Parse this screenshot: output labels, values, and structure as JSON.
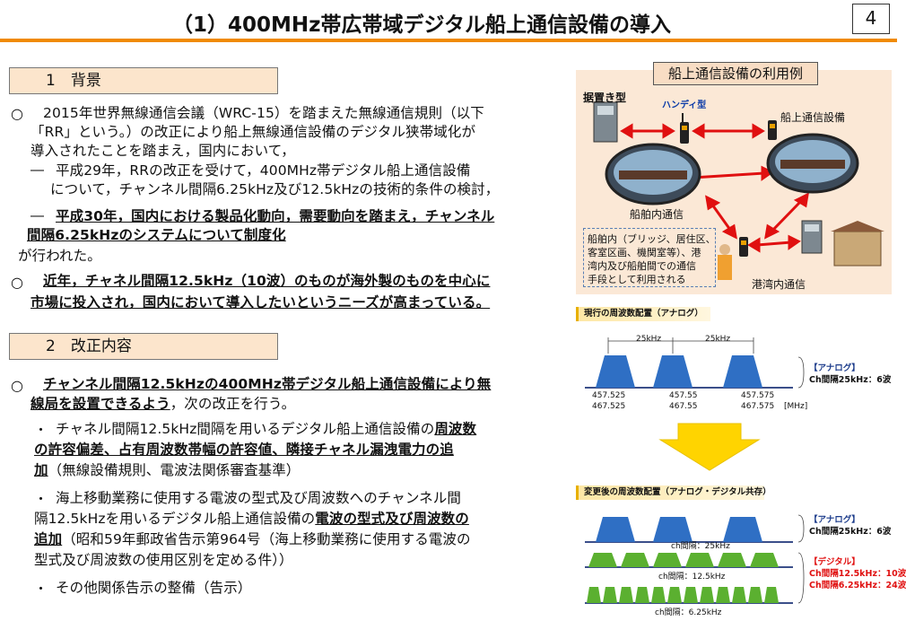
{
  "header": {
    "title": "（1）400MHz帯広帯域デジタル船上通信設備の導入",
    "page_number": "4"
  },
  "section1": {
    "heading": "1　背景",
    "p1": [
      "2015年世界無線通信会議（WRC-15）を踏まえた無線通信規則（以下",
      "「RR」という。）の改正により船上無線通信設備のデジタル狭帯域化が",
      "導入されたことを踏まえ，国内において，"
    ],
    "d1": [
      "平成29年，RRの改正を受けて，400MHz帯デジタル船上通信設備",
      "について，チャンネル間隔6.25kHz及び12.5kHzの技術的条件の検討，"
    ],
    "d2": [
      "平成30年，国内における製品化動向，需要動向を踏まえ，チャンネル",
      "間隔6.25kHzのシステムについて制度化"
    ],
    "d2_tail": "が行われた。",
    "p2": [
      "近年，チャネル間隔12.5kHz（10波）のものが海外製のものを中心に",
      "市場に投入され，国内において導入したいというニーズが高まっている。"
    ]
  },
  "section2": {
    "heading": "2　改正内容",
    "lead": [
      "チャンネル間隔12.5kHzの400MHz帯デジタル船上通信設備により無",
      "線局を設置できるよう"
    ],
    "lead_tail": "，次の改正を行う。",
    "b1_a": "チャネル間隔12.5kHz間隔を用いるデジタル船上通信設備の",
    "b1_b": "周波数",
    "b1_c": "の許容偏差、占有周波数帯幅の許容値、隣接チャネル漏洩電力の追",
    "b1_d": "加",
    "b1_e": "（無線設備規則、電波法関係審査基準）",
    "b2_a": "海上移動業務に使用する電波の型式及び周波数へのチャンネル間",
    "b2_b": "隔12.5kHzを用いるデジタル船上通信設備の",
    "b2_c": "電波の型式及び周波数の",
    "b2_d": "追加",
    "b2_e": "（昭和59年郵政省告示第964号（海上移動業務に使用する電波の",
    "b2_f": "型式及び周波数の使用区別を定める件））",
    "b3": "その他関係告示の整備（告示）"
  },
  "figure_usage": {
    "title": "船上通信設備の利用例",
    "stationary": "据置き型",
    "handy": "ハンディ型",
    "onboard": "船上通信設備",
    "inship": "船舶内通信",
    "harbor": "港湾内通信",
    "note": [
      "船舶内（ブリッジ、居住区、",
      "客室区画、機関室等）、港",
      "湾内及び船舶間での通信",
      "手段として利用される"
    ]
  },
  "figure_freq": {
    "current_header": "現行の周波数配置（アナログ）",
    "gap1": "25kHz",
    "gap2": "25kHz",
    "tick1": [
      "457.525",
      "467.525"
    ],
    "tick2": [
      "457.55",
      "467.55"
    ],
    "tick3": [
      "457.575",
      "467.575"
    ],
    "unit": "[MHz]",
    "analog_label": "【アナログ】",
    "analog_spacing": "Ch間隔25kHz：6波",
    "new_header": "変更後の周波数配置（アナログ・デジタル共存）",
    "analog_label2": "【アナログ】",
    "analog_spacing2": "Ch間隔25kHz：6波",
    "digital_label": "【デジタル】",
    "digital_12": "Ch間隔12.5kHz：10波",
    "digital_6": "Ch間隔6.25kHz：24波",
    "ch25": "ch間隔：25kHz",
    "ch12": "ch間隔：12.5kHz",
    "ch6": "ch間隔：6.25kHz"
  },
  "colors": {
    "accent_orange": "#f08a00",
    "section_bg": "#fce5cc",
    "analog_blue": "#2f6fc4",
    "digital_green": "#5bb030",
    "red": "#e01010",
    "arrow_yellow": "#ffd400"
  }
}
